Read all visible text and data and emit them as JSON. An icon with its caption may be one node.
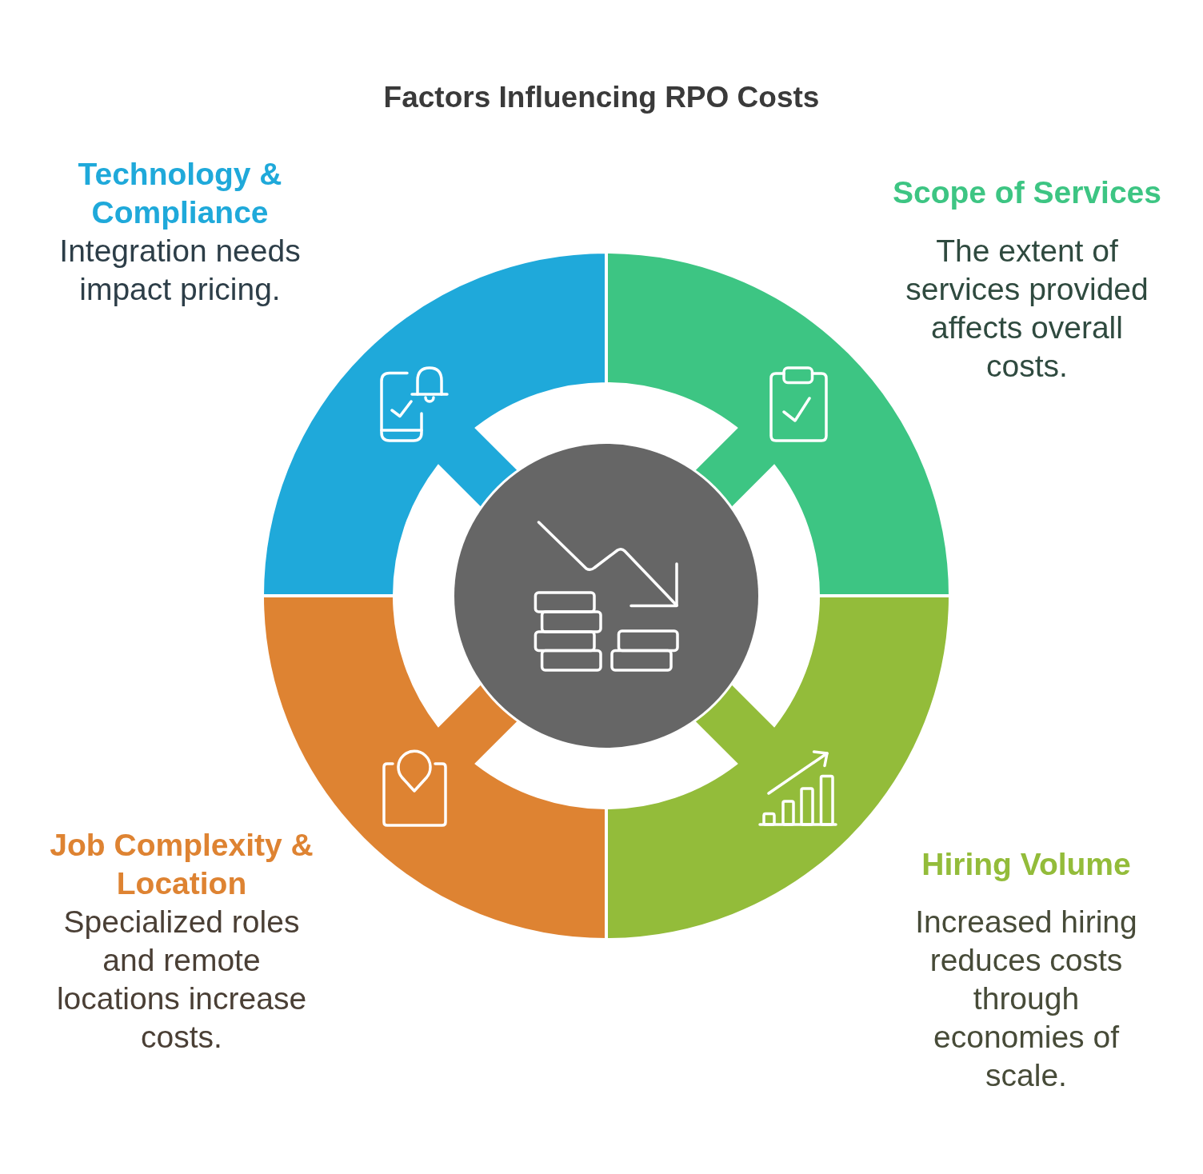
{
  "diagram": {
    "title": "Factors Influencing RPO Costs",
    "nodes": [
      {
        "text": [
          "Technology & Compliance",
          "Integration needs impact pricing."
        ]
      },
      {
        "text": [
          "Scope of Services",
          "The extent of services provided affects overall costs."
        ]
      },
      {
        "text": [],
        "shape": "circle"
      },
      {
        "text": [
          "Job Complexity & Location",
          "Specialized roles and remote locations increase costs."
        ]
      },
      {
        "text": [
          "Hiring Volume",
          "Increased hiring reduces costs through economies of scale."
        ]
      }
    ]
  }
}
